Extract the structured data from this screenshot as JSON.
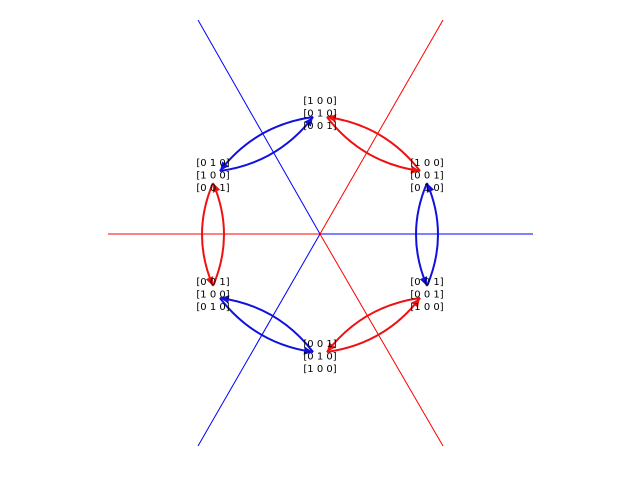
{
  "colors": {
    "red": "#ff0000",
    "blue": "#0000ff",
    "arrow_red": "#ee1111",
    "arrow_blue": "#1111dd",
    "text": "#000000",
    "background": "#ffffff"
  },
  "nodes": [
    {
      "id": "top",
      "rows": [
        "[1 0 0]",
        "[0 1 0]",
        "[0 0 1]"
      ]
    },
    {
      "id": "upper-right",
      "rows": [
        "[1 0 0]",
        "[0 0 1]",
        "[0 1 0]"
      ]
    },
    {
      "id": "lower-right",
      "rows": [
        "[0 0 1]",
        "[0 0 1]",
        "[1 0 0]"
      ]
    },
    {
      "id": "bottom",
      "rows": [
        "[0 0 1]",
        "[0 1 0]",
        "[1 0 0]"
      ]
    },
    {
      "id": "lower-left",
      "rows": [
        "[0 0 1]",
        "[1 0 0]",
        "[0 1 0]"
      ]
    },
    {
      "id": "upper-left",
      "rows": [
        "[0 1 0]",
        "[1 0 0]",
        "[0 0 1]"
      ]
    }
  ],
  "edges": [
    {
      "from": "top",
      "to": "upper-right",
      "color": "arrow_red"
    },
    {
      "from": "upper-right",
      "to": "top",
      "color": "arrow_red"
    },
    {
      "from": "upper-right",
      "to": "lower-right",
      "color": "arrow_blue"
    },
    {
      "from": "lower-right",
      "to": "upper-right",
      "color": "arrow_blue"
    },
    {
      "from": "lower-right",
      "to": "bottom",
      "color": "arrow_red"
    },
    {
      "from": "bottom",
      "to": "lower-right",
      "color": "arrow_red"
    },
    {
      "from": "bottom",
      "to": "lower-left",
      "color": "arrow_blue"
    },
    {
      "from": "lower-left",
      "to": "bottom",
      "color": "arrow_blue"
    },
    {
      "from": "lower-left",
      "to": "upper-left",
      "color": "arrow_red"
    },
    {
      "from": "upper-left",
      "to": "lower-left",
      "color": "arrow_red"
    },
    {
      "from": "upper-left",
      "to": "top",
      "color": "arrow_blue"
    },
    {
      "from": "top",
      "to": "upper-left",
      "color": "arrow_blue"
    }
  ],
  "axes": [
    {
      "name": "horizontal-red",
      "color": "red"
    },
    {
      "name": "horizontal-blue",
      "color": "blue"
    },
    {
      "name": "diag-red-up",
      "color": "red"
    },
    {
      "name": "diag-blue-down",
      "color": "blue"
    },
    {
      "name": "diag-blue-up",
      "color": "blue"
    },
    {
      "name": "diag-red-down",
      "color": "red"
    }
  ]
}
